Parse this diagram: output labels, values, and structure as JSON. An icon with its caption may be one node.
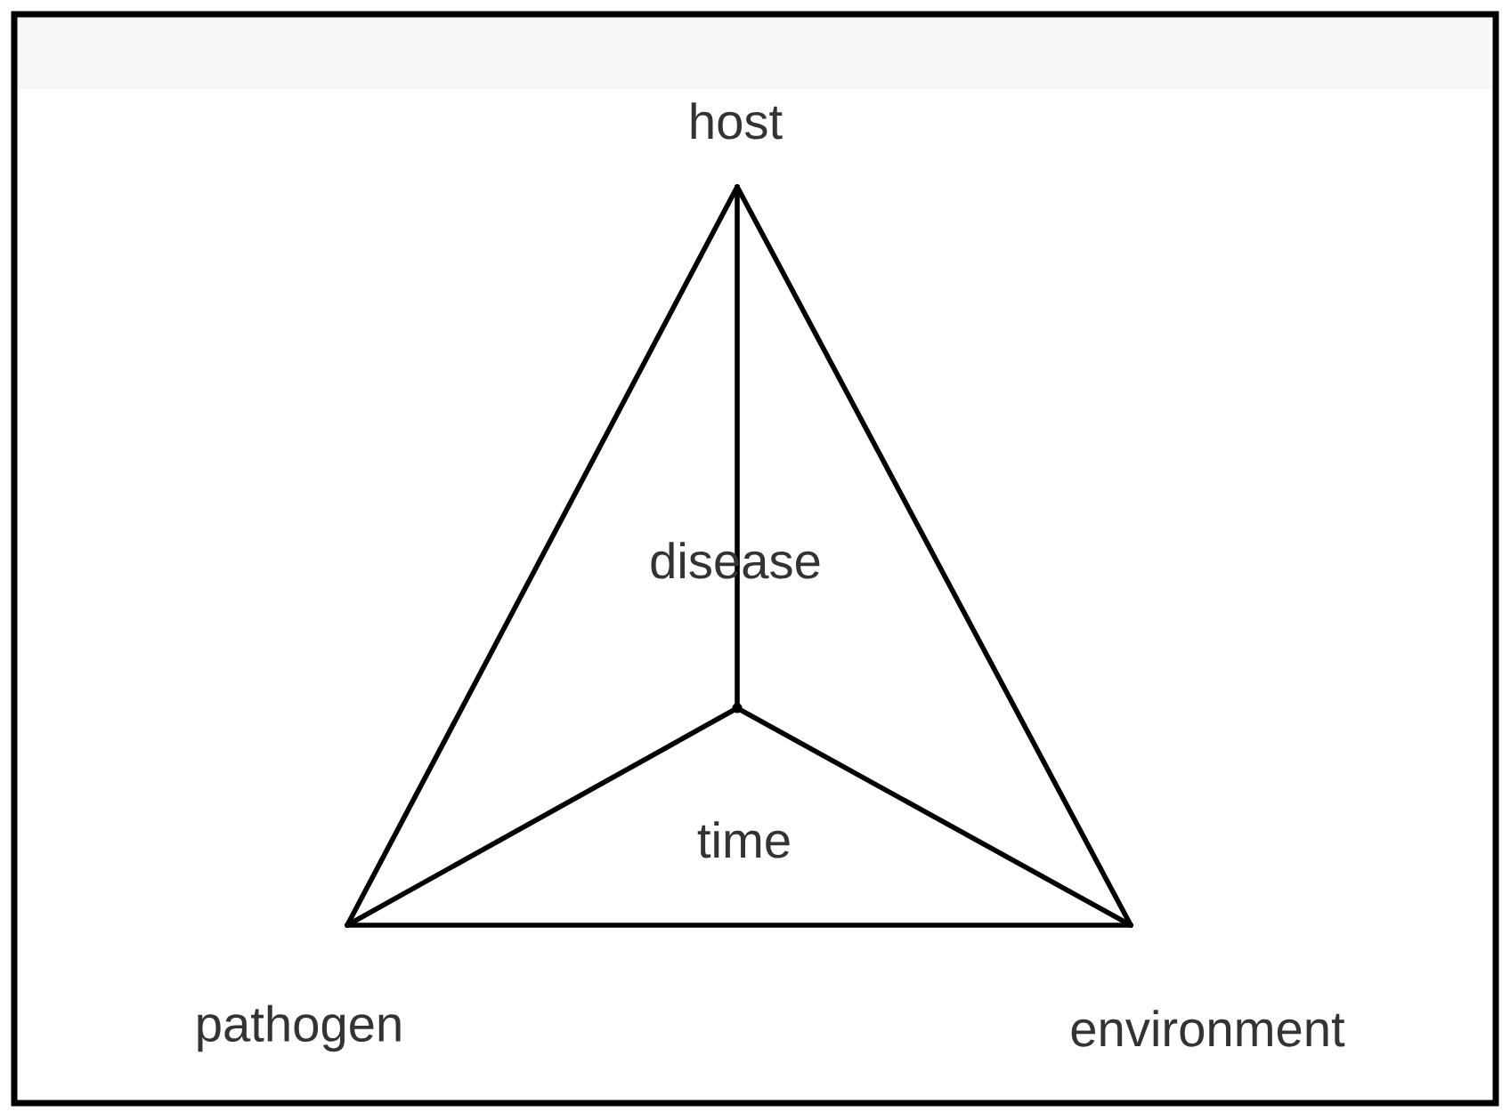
{
  "diagram": {
    "nodes": [
      {
        "text": [
          "host"
        ]
      },
      {
        "text": [
          "pathogen"
        ]
      },
      {
        "text": [
          "environment"
        ]
      },
      {
        "text": [],
        "shape": "point"
      }
    ],
    "edges": [
      {
        "from": 0,
        "to": 1,
        "arrow": "none"
      },
      {
        "from": 0,
        "to": 2,
        "arrow": "none"
      },
      {
        "from": 1,
        "to": 2,
        "arrow": "none"
      },
      {
        "from": 0,
        "to": 3,
        "arrow": "none"
      },
      {
        "from": 1,
        "to": 3,
        "arrow": "none"
      },
      {
        "from": 2,
        "to": 3,
        "arrow": "none"
      }
    ],
    "labels": [
      "disease",
      "time"
    ]
  }
}
